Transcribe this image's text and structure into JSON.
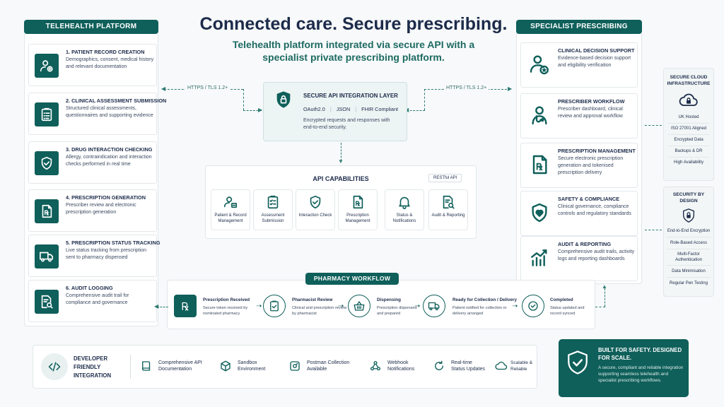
{
  "header": {
    "title": "Connected care. Secure prescribing.",
    "subtitle": "Telehealth platform integrated via secure API with a specialist private prescribing platform."
  },
  "telehealth": {
    "title": "TELEHEALTH PLATFORM",
    "items": [
      {
        "title": "1. PATIENT RECORD CREATION",
        "desc": "Demographics, consent, medical history and relevant documentation",
        "icon": "patient-add-icon"
      },
      {
        "title": "2. CLINICAL ASSESSMENT SUBMISSION",
        "desc": "Structured clinical assessments, questionnaires and supporting evidence",
        "icon": "clipboard-icon"
      },
      {
        "title": "3. DRUG INTERACTION CHECKING",
        "desc": "Allergy, contraindication and interaction checks performed in real time",
        "icon": "shield-check-icon"
      },
      {
        "title": "4. PRESCRIPTION GENERATION",
        "desc": "Prescriber review and electronic prescription generation",
        "icon": "rx-document-icon"
      },
      {
        "title": "5. PRESCRIPTION STATUS TRACKING",
        "desc": "Live status tracking from prescription sent to pharmacy dispensed",
        "icon": "delivery-truck-icon"
      },
      {
        "title": "6. AUDIT LOGGING",
        "desc": "Comprehensive audit trail for compliance and governance",
        "icon": "document-search-icon"
      }
    ]
  },
  "specialist": {
    "title": "SPECIALIST PRESCRIBING PLATFORM",
    "items": [
      {
        "title": "CLINICAL DECISION SUPPORT",
        "desc": "Evidence-based decision support and eligibility verification",
        "icon": "clinician-star-icon"
      },
      {
        "title": "PRESCRIBER WORKFLOW",
        "desc": "Prescriber dashboard, clinical review and approval workflow",
        "icon": "doctor-icon"
      },
      {
        "title": "PRESCRIPTION MANAGEMENT",
        "desc": "Secure electronic prescription generation and tokenised prescription delivery",
        "icon": "rx-document-icon"
      },
      {
        "title": "SAFETY & COMPLIANCE",
        "desc": "Clinical governance, compliance controls and regulatory standards",
        "icon": "shield-heart-icon"
      },
      {
        "title": "AUDIT & REPORTING",
        "desc": "Comprehensive audit trails, activity logs and reporting dashboards",
        "icon": "bar-chart-icon"
      }
    ]
  },
  "api_layer": {
    "title": "SECURE API INTEGRATION LAYER",
    "tags": [
      "OAuth2.0",
      "JSON",
      "FHIR Compliant"
    ],
    "desc": "Encrypted requests and responses with end-to-end security.",
    "left_protocol": "HTTPS / TLS 1.2+",
    "right_protocol": "HTTPS / TLS 1.2+"
  },
  "capabilities": {
    "title": "API CAPABILITIES",
    "badge": "RESTful API",
    "items": [
      {
        "label": "Patient & Record Management",
        "icon": "user-record-icon"
      },
      {
        "label": "Assessment Submission",
        "icon": "checklist-icon"
      },
      {
        "label": "Interaction Check",
        "icon": "shield-check-icon"
      },
      {
        "label": "Prescription Management",
        "icon": "rx-document-icon"
      },
      {
        "label": "Status & Notifications",
        "icon": "bell-icon"
      },
      {
        "label": "Audit & Reporting",
        "icon": "audit-search-icon"
      }
    ]
  },
  "pharmacy": {
    "title": "PHARMACY WORKFLOW",
    "steps": [
      {
        "title": "Prescription Received",
        "desc": "Secure token received by nominated pharmacy",
        "icon": "rx-icon"
      },
      {
        "title": "Pharmacist Review",
        "desc": "Clinical and prescription review by pharmacist",
        "icon": "clipboard-check-icon"
      },
      {
        "title": "Dispensing",
        "desc": "Prescription dispensed and prepared",
        "icon": "basket-icon"
      },
      {
        "title": "Ready for Collection / Delivery",
        "desc": "Patient notified for collection or delivery arranged",
        "icon": "delivery-truck-icon"
      },
      {
        "title": "Completed",
        "desc": "Status updated and record synced",
        "icon": "check-circle-icon"
      }
    ]
  },
  "cloud": {
    "title": "SECURE CLOUD INFRASTRUCTURE",
    "items": [
      "UK Hosted",
      "ISO 27001 Aligned",
      "Encrypted Data",
      "Backups & DR",
      "High Availability"
    ]
  },
  "security": {
    "title": "SECURITY BY DESIGN",
    "items": [
      "End-to-End Encryption",
      "Role-Based Access",
      "Multi-Factor Authentication",
      "Data Minimisation",
      "Regular Pen Testing"
    ]
  },
  "developer": {
    "title": "DEVELOPER FRIENDLY INTEGRATION",
    "items": [
      {
        "label": "Comprehensive API Documentation",
        "icon": "book-icon"
      },
      {
        "label": "Sandbox Environment",
        "icon": "cube-icon"
      },
      {
        "label": "Postman Collection Available",
        "icon": "postman-icon"
      },
      {
        "label": "Webhook Notifications",
        "icon": "webhook-icon"
      },
      {
        "label": "Real-time Status Updates",
        "icon": "refresh-icon"
      },
      {
        "label": "Scalable & Reliable",
        "icon": "cloud-icon"
      }
    ]
  },
  "safety_banner": {
    "title": "BUILT FOR SAFETY. DESIGNED FOR SCALE.",
    "desc": "A secure, compliant and reliable integration supporting seamless telehealth and specialist prescribing workflows."
  },
  "colors": {
    "primary": "#0f5f5a",
    "navy": "#1c2b4a",
    "background": "#f7f9fa"
  }
}
